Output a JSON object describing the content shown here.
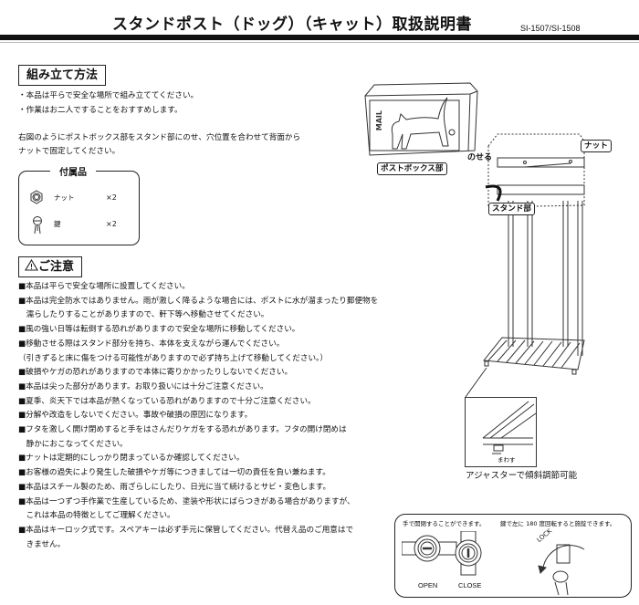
{
  "header": {
    "title": "スタンドポスト（ドッグ）（キャット）取扱説明書",
    "model": "SI-1507/SI-1508"
  },
  "assembly": {
    "heading": "組み立て方法",
    "bullets": [
      "・本品は平らで安全な場所で組み立ててください。",
      "・作業はお二人ですることをおすすめします。"
    ],
    "instructions": [
      "右図のようにポストボックス部をスタンド部にのせ、穴位置を合わせて背面から",
      "ナットで固定してください。"
    ]
  },
  "accessories": {
    "heading": "付属品",
    "items": [
      {
        "icon": "nut-icon",
        "name": "ナット",
        "qty": "×2"
      },
      {
        "icon": "key-icon",
        "name": "鍵",
        "qty": "×2"
      }
    ]
  },
  "caution": {
    "heading": "ご注意",
    "icon": "warning-icon",
    "lines": [
      "■本品は平らで安全な場所に設置してください。",
      "■本品は完全防水ではありません。雨が激しく降るような場合には、ポストに水が溜まったり郵便物を",
      "　濡らしたりすることがありますので、軒下等へ移動させてください。",
      "■風の強い日等は転倒する恐れがありますので安全な場所に移動してください。",
      "■移動させる際はスタンド部分を持ち、本体を支えながら運んでください。",
      "（引きずると床に傷をつける可能性がありますので必ず持ち上げて移動してください。）",
      "■破損やケガの恐れがありますので本体に寄りかかったりしないでください。",
      "■本品は尖った部分があります。お取り扱いには十分ご注意ください。",
      "■夏季、炎天下では本品が熱くなっている恐れがありますので十分ご注意ください。",
      "■分解や改造をしないでください。事故や破損の原因になります。",
      "■フタを激しく開け閉めすると手をはさんだりケガをする恐れがあります。フタの開け閉めは",
      "　静かにおこなってください。",
      "■ナットは定期的にしっかり閉まっているか確認してください。",
      "■お客様の過失により発生した破損やケガ等につきましては一切の責任を負い兼ねます。",
      "■本品はスチール製のため、雨ざらしにしたり、日光に当て続けるとサビ・変色します。",
      "■本品は一つずつ手作業で生産しているため、塗装や形状にばらつきがある場合がありますが、",
      "　これは本品の特徴としてご理解ください。",
      "■本品はキーロック式です。スペアキーは必ず手元に保管してください。代替え品のご用意はで",
      "　きません。"
    ]
  },
  "diagram": {
    "mail_text": "MAIL",
    "postbox_label": "ポストボックス部",
    "place_label": "のせる",
    "nut_label": "ナット",
    "stand_label": "スタンド部",
    "turn_label": "まわす",
    "adjuster_caption": "アジャスターで傾斜調節可能"
  },
  "lock": {
    "text_left": "手で開閉することができます。",
    "text_right": "鍵で左に 180 度回転すると施錠できます。",
    "open_label": "OPEN",
    "close_label": "CLOSE",
    "lock_label": "LOCK"
  }
}
